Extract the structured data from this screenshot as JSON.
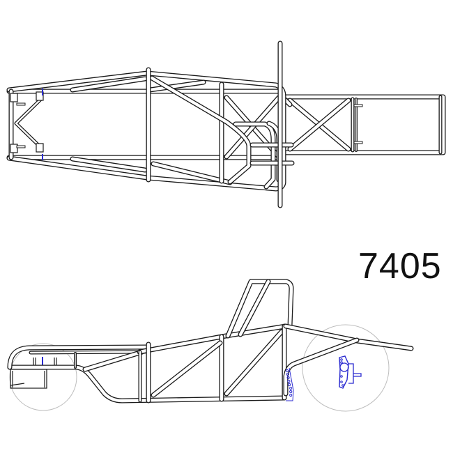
{
  "drawing": {
    "part_number": "7405",
    "views": [
      "top-view",
      "side-view"
    ],
    "colors": {
      "tube_outline": "#1a1a1a",
      "tube_fill": "#ffffff",
      "wheel_outline": "#bdbdbd",
      "suspension_parts": "#2a2ad0"
    }
  }
}
